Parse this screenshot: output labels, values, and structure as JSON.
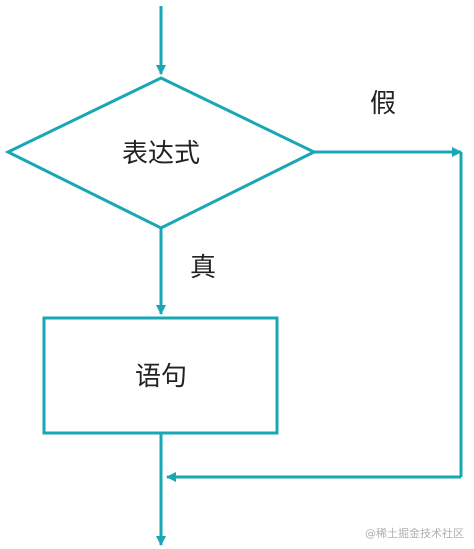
{
  "diagram": {
    "type": "flowchart",
    "line_color": "#1aa7b5",
    "nodes": {
      "condition": {
        "shape": "diamond",
        "label": "表达式"
      },
      "statement": {
        "shape": "rectangle",
        "label": "语句"
      }
    },
    "edges": {
      "true_label": "真",
      "false_label": "假"
    }
  },
  "watermark": "@稀土掘金技术社区"
}
